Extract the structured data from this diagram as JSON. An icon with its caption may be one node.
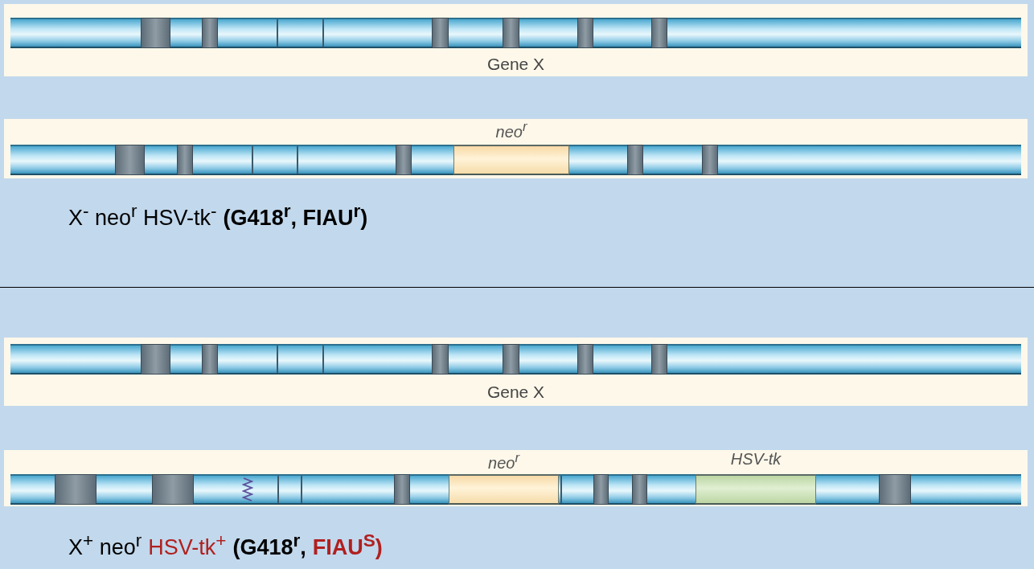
{
  "diagram": {
    "nodes": [
      {
        "text": [
          "Gene X"
        ]
      },
      {
        "text": [],
        "shape": "box"
      },
      {
        "text": [
          "neo$^{r}$"
        ],
        "in": 1
      },
      {
        "text": [
          "Gene X"
        ]
      },
      {
        "text": [],
        "shape": "box"
      },
      {
        "text": [
          "neo$^{r}$"
        ],
        "in": 4
      },
      {
        "text": [
          "HSV-tk"
        ],
        "in": 4
      }
    ],
    "labels": [
      "X$^{-}$ neo$^{r}$ HSV-tk$^{-}$",
      "(G418$^{r}$, FIAU$^{r}$)",
      "X$^{+}$ neo$^{r}$",
      "HSV-tk$^{+}$",
      "(G418$^{r}$,",
      "FIAU$^{S}$)"
    ]
  }
}
